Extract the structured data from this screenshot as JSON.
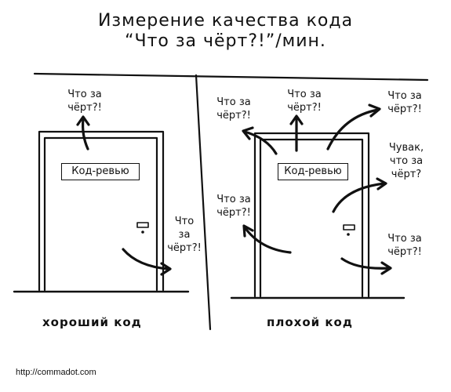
{
  "title": {
    "line1": "Измерение качества кода",
    "line2": "“Что за чёрт?!”/мин."
  },
  "good": {
    "caption": "хороший код",
    "sign": "Код-ревью",
    "wtf": [
      "Что за\nчёрт?!",
      "Что\nза\nчёрт?!"
    ]
  },
  "bad": {
    "caption": "плохой код",
    "sign": "Код-ревью",
    "wtf": [
      "Что за\nчёрт?!",
      "Что за\nчёрт?!",
      "Что за\nчёрт?!",
      "Чувак,\nчто за\nчёрт?",
      "Что за\nчёрт?!",
      "Что за\nчёрт?!"
    ]
  },
  "footer": {
    "url": "http://commadot.com"
  }
}
